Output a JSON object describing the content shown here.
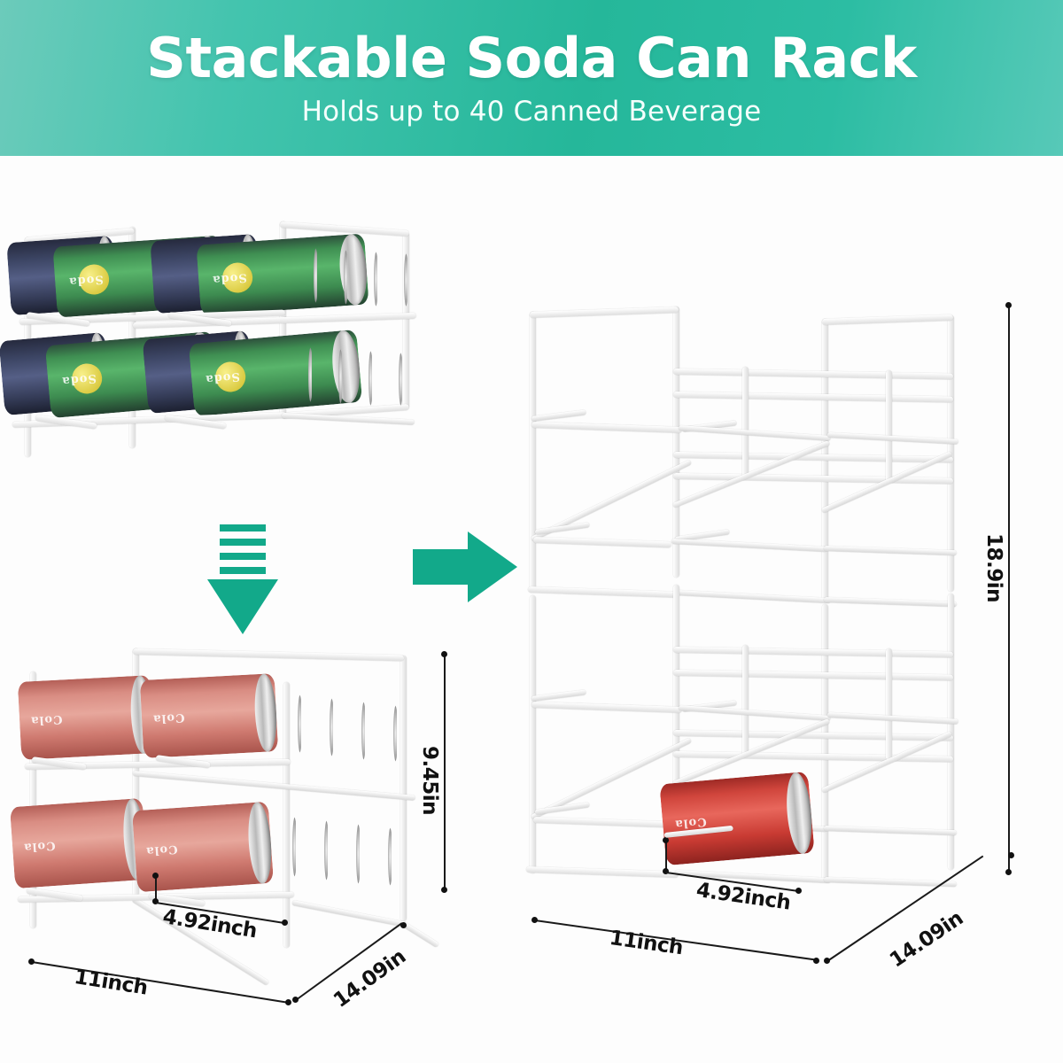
{
  "header": {
    "title": "Stackable Soda Can Rack",
    "subtitle": "Holds up to 40 Canned Beverage",
    "gradient_start": "#6ccbbb",
    "gradient_end": "#57c9b8",
    "title_color": "#ffffff"
  },
  "arrows": {
    "down_arrow_name": "stack-down-arrow",
    "right_arrow_name": "transform-right-arrow",
    "color": "#12a98a"
  },
  "racks": {
    "top_left": {
      "name": "single-rack-green-cans",
      "can_color": "#3f8f52",
      "can_label": "Soda",
      "tiers": 2,
      "cans_front": 4
    },
    "bottom_left": {
      "name": "single-rack-cola-cans",
      "can_color": "#d98d83",
      "can_label": "Cola",
      "tiers": 2,
      "cans_front": 4,
      "dimensions": {
        "height": "9.45in",
        "depth_front": "4.92inch",
        "width": "11inch",
        "side": "14.09in"
      }
    },
    "right": {
      "name": "stacked-double-rack-empty",
      "can_color": "#d0453c",
      "can_label": "Cola",
      "tiers": 4,
      "dimensions": {
        "height": "18.9in",
        "depth_front": "4.92inch",
        "width": "11inch",
        "side": "14.09in"
      }
    }
  }
}
